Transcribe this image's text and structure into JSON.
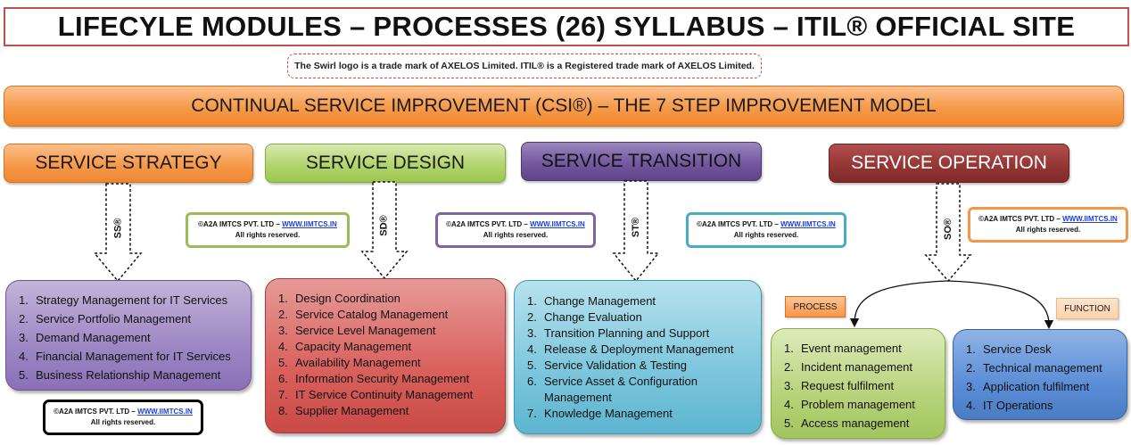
{
  "title": "LIFECYLE MODULES – PROCESSES (26) SYLLABUS – ITIL® OFFICIAL SITE",
  "trademark_note": "The Swirl logo is a trade mark of AXELOS Limited. ITIL® is a Registered trade mark of AXELOS Limited.",
  "csi_banner": "CONTINUAL SERVICE IMPROVEMENT (CSI®) – THE 7 STEP IMPROVEMENT MODEL",
  "copyright": {
    "company": "©A2A IMTCS PVT. LTD – ",
    "link": "WWW.IIMTCS.IN",
    "rights": "All rights reserved."
  },
  "stages": {
    "ss": {
      "title": "SERVICE STRATEGY",
      "abbr": "SS®",
      "color": "#f79646"
    },
    "sd": {
      "title": "SERVICE DESIGN",
      "abbr": "SD®",
      "color": "#9bbb59"
    },
    "st": {
      "title": "SERVICE TRANSITION",
      "abbr": "ST®",
      "color": "#8064a2"
    },
    "so": {
      "title": "SERVICE OPERATION",
      "abbr": "SO®",
      "color": "#953735"
    }
  },
  "lists": {
    "ss": [
      {
        "n": "1.",
        "t": "Strategy Management for IT Services"
      },
      {
        "n": "2.",
        "t": "Service Portfolio Management"
      },
      {
        "n": "3.",
        "t": "Demand Management"
      },
      {
        "n": "4.",
        "t": "Financial Management for IT Services"
      },
      {
        "n": "5.",
        "t": "Business Relationship Management"
      }
    ],
    "sd": [
      {
        "n": "1.",
        "t": "Design Coordination"
      },
      {
        "n": "2.",
        "t": "Service Catalog Management"
      },
      {
        "n": "3.",
        "t": "Service Level Management"
      },
      {
        "n": "4.",
        "t": "Capacity Management"
      },
      {
        "n": "5.",
        "t": "Availability Management"
      },
      {
        "n": "6.",
        "t": "Information Security Management"
      },
      {
        "n": "7.",
        "t": "IT Service Continuity Management"
      },
      {
        "n": "8.",
        "t": "Supplier Management"
      }
    ],
    "st": [
      {
        "n": "1.",
        "t": "Change Management"
      },
      {
        "n": "2.",
        "t": "Change Evaluation"
      },
      {
        "n": "3.",
        "t": "Transition Planning and Support"
      },
      {
        "n": "4.",
        "t": "Release & Deployment Management"
      },
      {
        "n": "5.",
        "t": "Service Validation & Testing"
      },
      {
        "n": "6.",
        "t": "Service Asset & Configuration Management"
      },
      {
        "n": "7.",
        "t": "Knowledge Management"
      }
    ],
    "so_process": [
      {
        "n": "1.",
        "t": "Event management"
      },
      {
        "n": "2.",
        "t": "Incident management"
      },
      {
        "n": "3.",
        "t": "Request fulfilment"
      },
      {
        "n": "4.",
        "t": "Problem management"
      },
      {
        "n": "5.",
        "t": "Access management"
      }
    ],
    "so_function": [
      {
        "n": "1.",
        "t": "Service Desk"
      },
      {
        "n": "2.",
        "t": "Technical management"
      },
      {
        "n": "3.",
        "t": "Application fulfilment"
      },
      {
        "n": "4.",
        "t": "IT Operations"
      }
    ]
  },
  "tags": {
    "process": "PROCESS",
    "function": "FUNCTION"
  }
}
